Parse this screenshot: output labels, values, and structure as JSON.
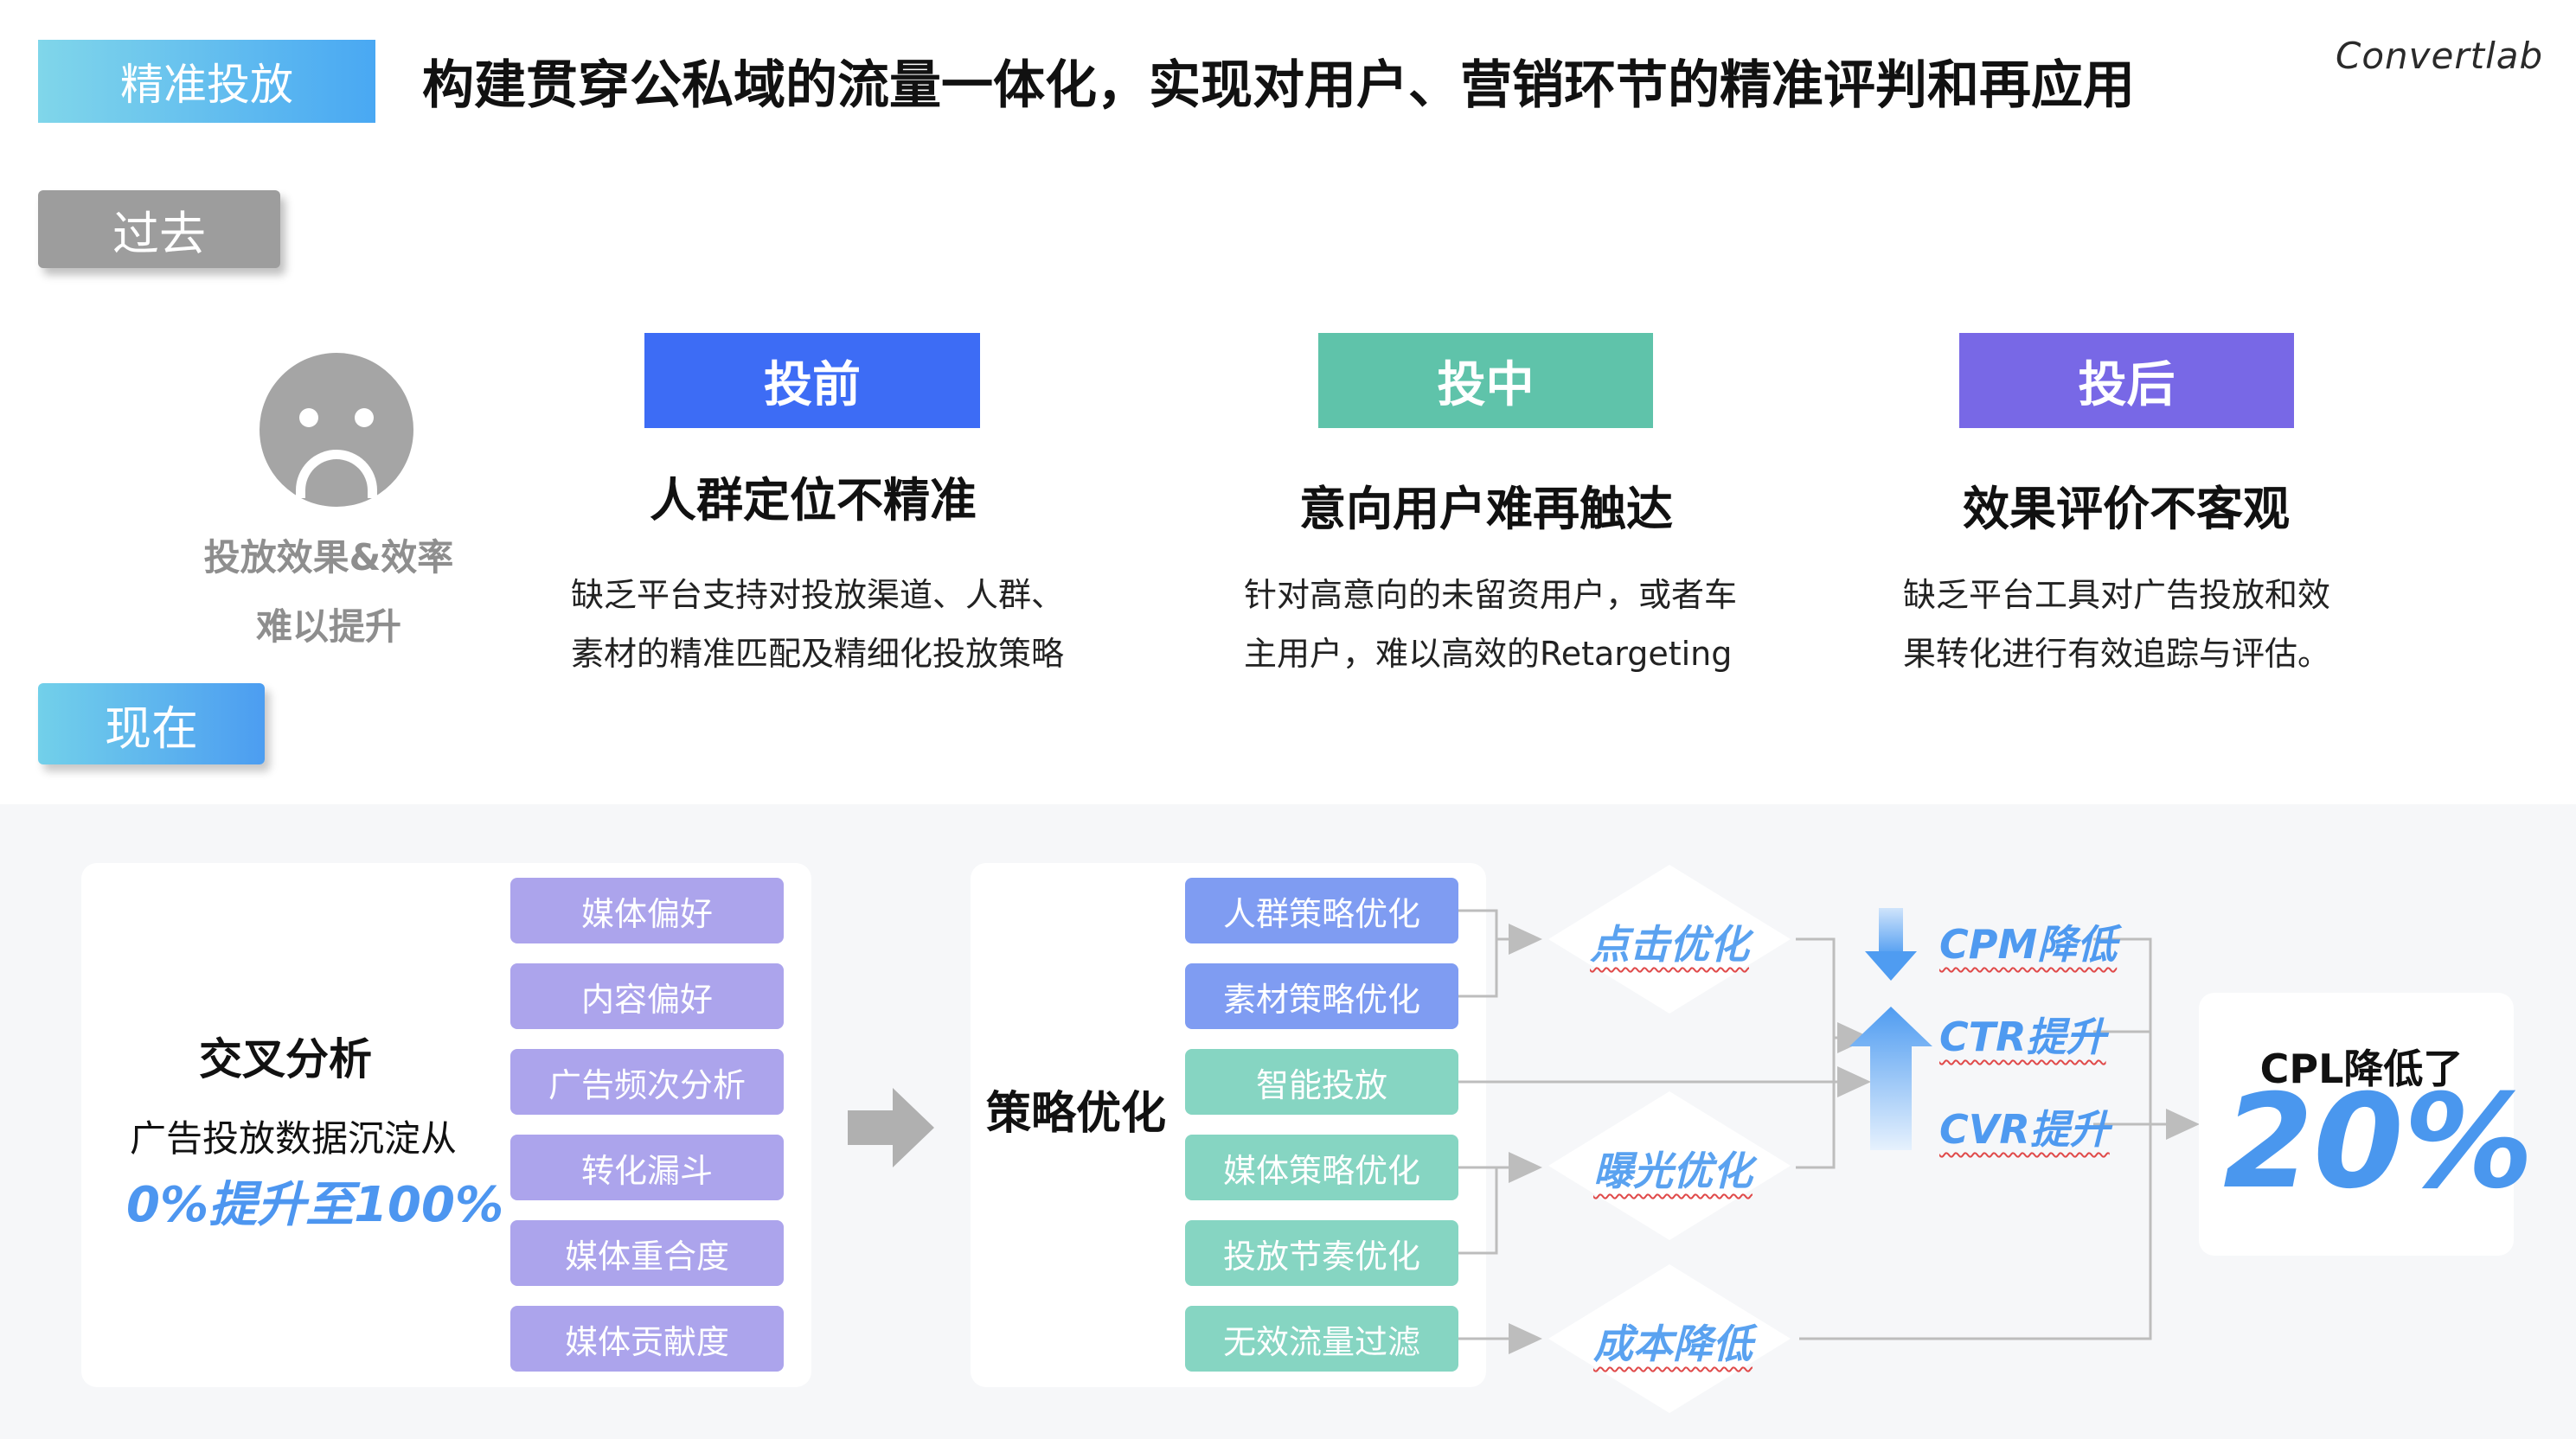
{
  "header": {
    "tag": "精准投放",
    "headline": "构建贯穿公私域的流量一体化，实现对用户、营销环节的精准评判和再应用",
    "logo": "Convertlab"
  },
  "past": {
    "label": "过去",
    "face_caption_line1": "投放效果&效率",
    "face_caption_line2": "难以提升",
    "phases": [
      {
        "tag": "投前",
        "color": "#3d6cf5",
        "title": "人群定位不精准",
        "desc1": "缺乏平台支持对投放渠道、人群、",
        "desc2": "素材的精准匹配及精细化投放策略"
      },
      {
        "tag": "投中",
        "color": "#5fc3aa",
        "title": "意向用户难再触达",
        "desc1": "针对高意向的未留资用户，或者车",
        "desc2": "主用户，难以高效的Retargeting"
      },
      {
        "tag": "投后",
        "color": "#7868e6",
        "title": "效果评价不客观",
        "desc1": "缺乏平台工具对广告投放和效",
        "desc2": "果转化进行有效追踪与评估。"
      }
    ]
  },
  "now": {
    "label": "现在",
    "cross": {
      "title": "交叉分析",
      "subtitle": "广告投放数据沉淀从",
      "highlight": "0%提升至100%",
      "items": [
        "媒体偏好",
        "内容偏好",
        "广告频次分析",
        "转化漏斗",
        "媒体重合度",
        "媒体贡献度"
      ]
    },
    "strategy": {
      "title": "策略优化",
      "items": [
        "人群策略优化",
        "素材策略优化",
        "智能投放",
        "媒体策略优化",
        "投放节奏优化",
        "无效流量过滤"
      ]
    },
    "optimizations": [
      "点击优化",
      "曝光优化",
      "成本降低"
    ],
    "kpis": [
      "CPM降低",
      "CTR提升",
      "CVR提升"
    ],
    "result": {
      "title": "CPL降低了",
      "value": "20%"
    }
  }
}
